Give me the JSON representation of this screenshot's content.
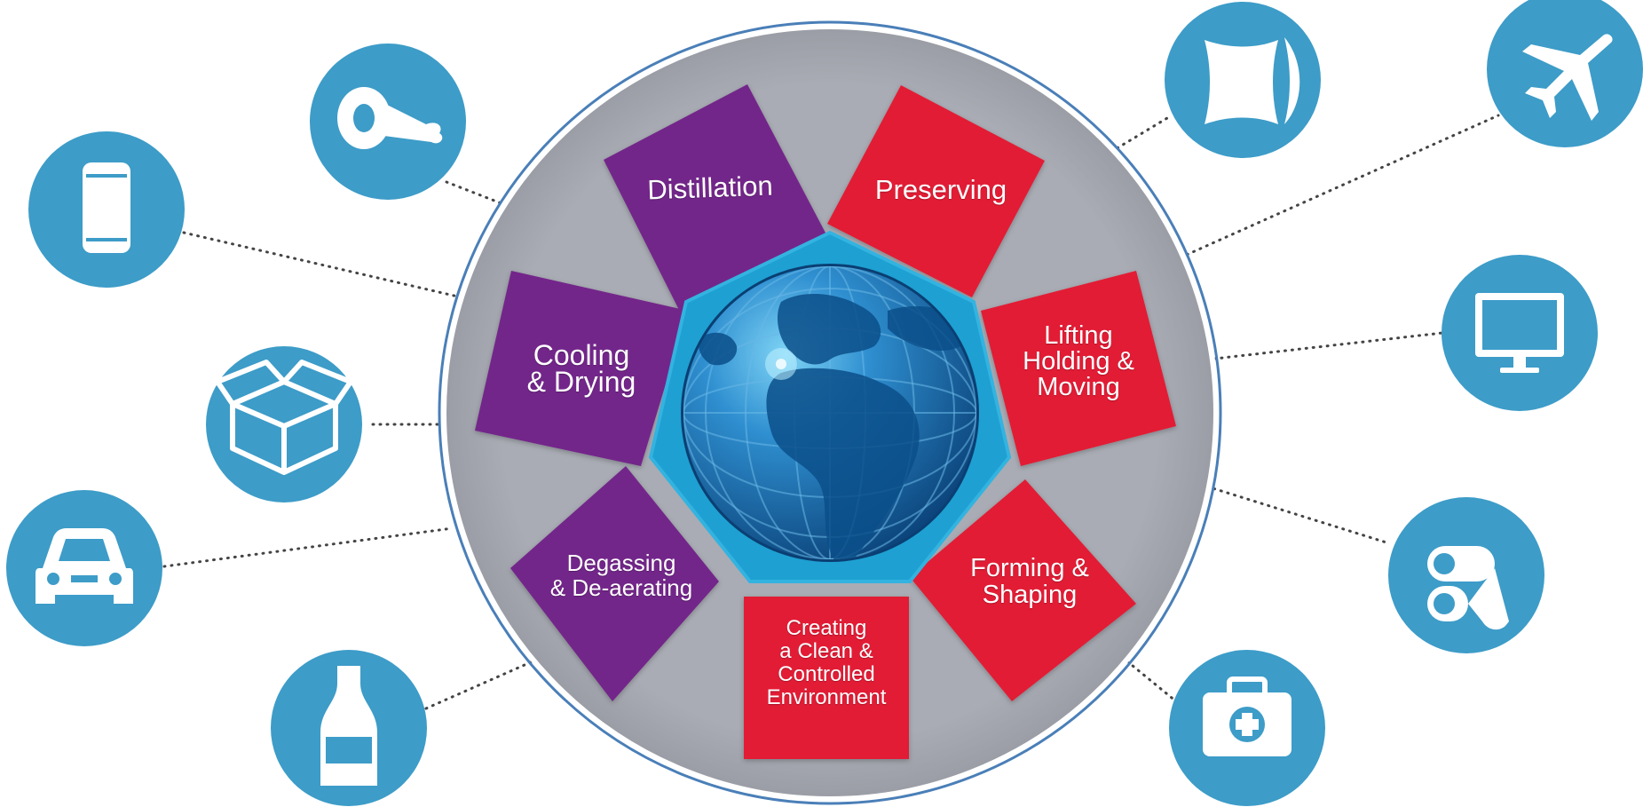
{
  "diagram": {
    "colors": {
      "ring_outer": "#a9acb4",
      "ring_border": "#4a7fb8",
      "heptagon": "#1ea0d2",
      "globe_dark": "#0b4f8e",
      "globe_light": "#2f8fd0",
      "purple": "#73258a",
      "red": "#e21f36",
      "icon_circle": "#3d9cc8",
      "dotted_line": "#444444"
    },
    "segments": [
      {
        "label": "Distillation",
        "color": "#73258a"
      },
      {
        "label": "Preserving",
        "color": "#e21f36"
      },
      {
        "label": "Lifting\nHolding &\nMoving",
        "color": "#e21f36"
      },
      {
        "label": "Forming &\nShaping",
        "color": "#e21f36"
      },
      {
        "label": "Creating\na Clean &\nControlled\nEnvironment",
        "color": "#e21f36"
      },
      {
        "label": "Degassing\n& De-aerating",
        "color": "#73258a"
      },
      {
        "label": "Cooling\n& Drying",
        "color": "#73258a"
      }
    ],
    "icons": [
      {
        "name": "ham-icon"
      },
      {
        "name": "can-icon"
      },
      {
        "name": "box-icon"
      },
      {
        "name": "car-icon"
      },
      {
        "name": "bottle-icon"
      },
      {
        "name": "lens-icon"
      },
      {
        "name": "airplane-icon"
      },
      {
        "name": "monitor-icon"
      },
      {
        "name": "paper-roll-icon"
      },
      {
        "name": "first-aid-kit-icon"
      }
    ]
  }
}
